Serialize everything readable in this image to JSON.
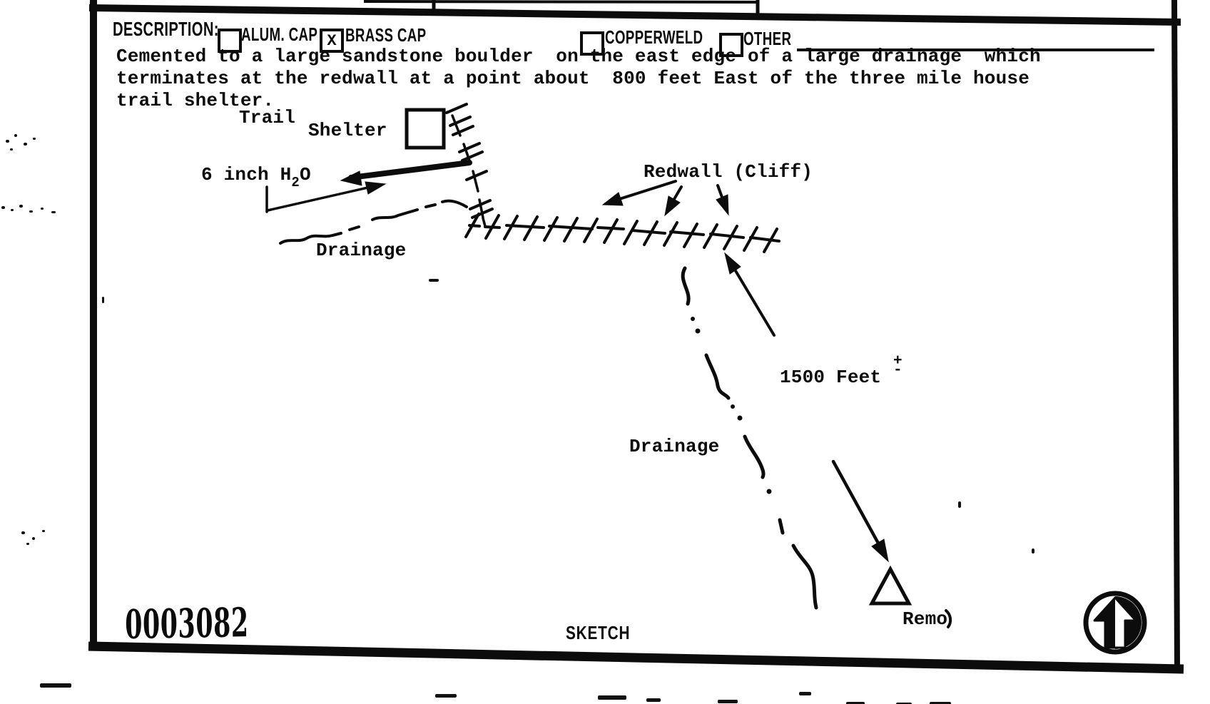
{
  "colors": {
    "ink": "#0c0c0c",
    "paper": "#ffffff"
  },
  "form": {
    "description_label": "DESCRIPTION:",
    "checkboxes": [
      {
        "label": "ALUM. CAP",
        "checked": false,
        "mark": ""
      },
      {
        "label": "BRASS CAP",
        "checked": true,
        "mark": "X"
      },
      {
        "label": "COPPERWELD",
        "checked": false,
        "mark": ""
      },
      {
        "label": "OTHER",
        "checked": false,
        "mark": ""
      }
    ],
    "description_lines": [
      "Cemented to a large sandstone boulder  on the east edge of a large drainage  which",
      "terminates at the redwall at a point about  800 feet East of the three mile house",
      "trail shelter."
    ],
    "section_label": "SKETCH",
    "stamp_number": "0003082"
  },
  "sketch": {
    "labels": {
      "trail": "Trail",
      "shelter": "Shelter",
      "pipe_pre": "6 inch H",
      "pipe_sub": "2",
      "pipe_post": "O",
      "drainage_upper": "Drainage",
      "redwall": "Redwall (Cliff)",
      "distance": "1500 Feet",
      "tolerance_plus": "+",
      "tolerance_minus": "-",
      "drainage_lower": "Drainage",
      "station": "Remo"
    }
  }
}
